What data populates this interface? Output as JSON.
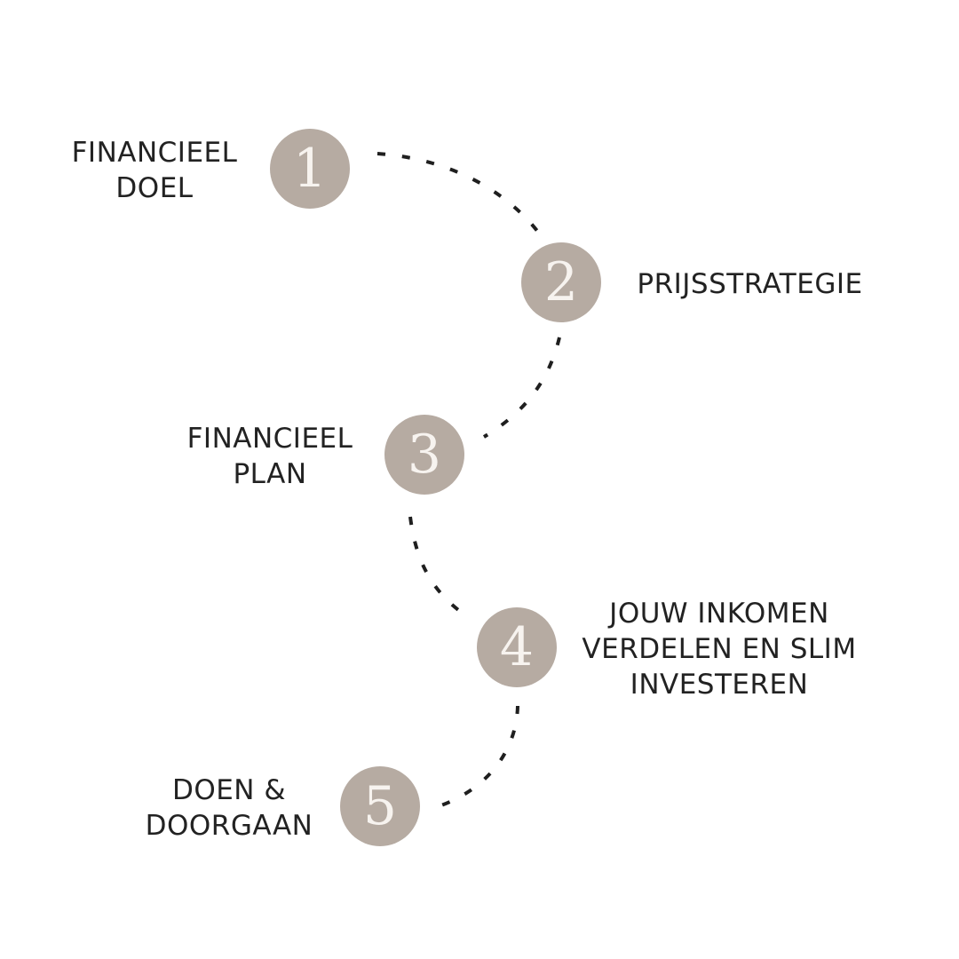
{
  "colors": {
    "circle": "#b6aba2",
    "number": "#f7f3ef",
    "text": "#222222",
    "dots": "#1f1f1f",
    "background": "#ffffff"
  },
  "steps": [
    {
      "number": "1",
      "label_lines": [
        "FINANCIEEL",
        "DOEL"
      ]
    },
    {
      "number": "2",
      "label_lines": [
        "PRIJSSTRATEGIE"
      ]
    },
    {
      "number": "3",
      "label_lines": [
        "FINANCIEEL",
        "PLAN"
      ]
    },
    {
      "number": "4",
      "label_lines": [
        "JOUW INKOMEN",
        "VERDELEN EN SLIM",
        "INVESTEREN"
      ]
    },
    {
      "number": "5",
      "label_lines": [
        "DOEN &",
        "DOORGAAN"
      ]
    }
  ]
}
